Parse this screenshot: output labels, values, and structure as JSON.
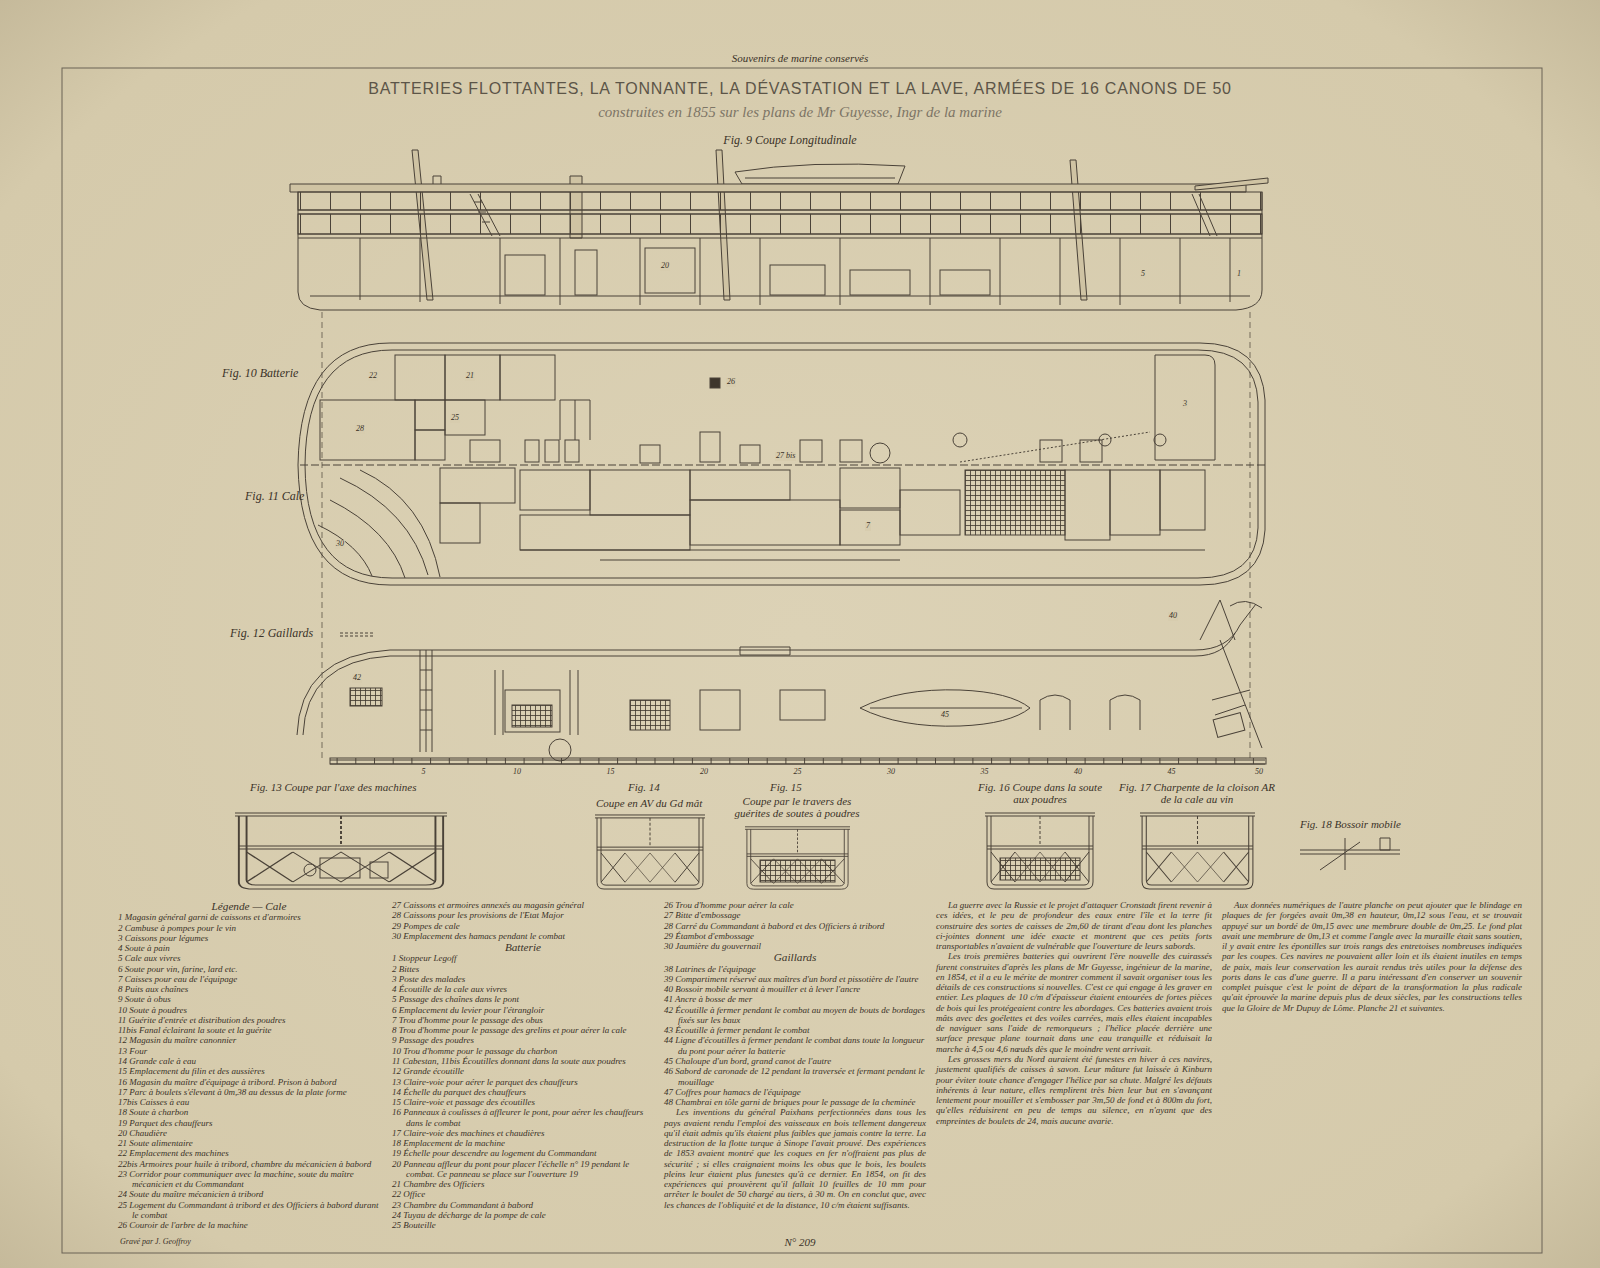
{
  "diagram": {
    "title": "BATTERIES FLOTTANTES, LA TONNANTE, LA DÉVASTATION ET LA LAVE, ARMÉES DE 16 CANONS DE 50",
    "labels": [
      "Souvenirs de marine conservés",
      "construites en 1855 sur les plans de Mr Guyesse, Ingr de la marine",
      "Fig. 9  Coupe Longitudinale",
      "Fig. 10  Batterie",
      "Fig. 11  Cale",
      "Fig. 12  Gaillards",
      "Fig. 13  Coupe par l'axe des machines",
      "Fig. 14",
      "Coupe en AV du Gd mât",
      "Fig. 15",
      "Coupe par le travers des guérites de soutes à poudres",
      "Fig. 16  Coupe dans la soute aux poudres",
      "Fig. 17  Charpente de la cloison AR de la cale au vin",
      "Fig. 18  Bossoir mobile",
      "5",
      "10",
      "15",
      "20",
      "25",
      "30",
      "35",
      "40",
      "45",
      "50",
      "Gravé par J. Geoffroy",
      "N° 209",
      "22",
      "21",
      "28",
      "25",
      "26",
      "3",
      "30",
      "27 bis",
      "7",
      "20",
      "5",
      "1",
      "42",
      "45",
      "40",
      "Légende — Cale",
      "1 Magasin général garni de caissons et d'armoires",
      "2 Cambuse à pompes pour le vin",
      "3 Caissons pour légumes",
      "4 Soute à pain",
      "5 Cale aux vivres",
      "6 Soute pour vin, farine, lard etc.",
      "7 Caisses pour eau de l'équipage",
      "8 Puits aux chaînes",
      "9 Soute à obus",
      "10 Soute à poudres",
      "11 Guérite d'entrée et distribution des poudres",
      "11bis Fanal éclairant la soute et la guérite",
      "12 Magasin du maître canonnier",
      "13 Four",
      "14 Grande cale à eau",
      "15 Emplacement du filin et des aussières",
      "16 Magasin du maître d'équipage à tribord. Prison à babord",
      "17 Parc à boulets s'élevant à 0m,38 au dessus de la plate forme",
      "17bis Caisses à eau",
      "18 Soute à charbon",
      "19 Parquet des chauffeurs",
      "20 Chaudière",
      "21 Soute alimentaire",
      "22 Emplacement des machines",
      "22bis Armoires pour huile à tribord, chambre du mécanicien à babord",
      "23 Corridor pour communiquer avec la machine, soute du maître mécanicien et du Commandant",
      "24 Soute du maître mécanicien à tribord",
      "25 Logement du Commandant à tribord et des Officiers à babord durant le combat",
      "26 Couroir de l'arbre de la machine",
      "27 Caissons et armoires annexés au magasin général",
      "28 Caissons pour les provisions de l'Etat Major",
      "29 Pompes de cale",
      "30 Emplacement des hamacs pendant le combat",
      "Batterie",
      "1 Stoppeur Legoff",
      "2 Bittes",
      "3 Poste des malades",
      "4 Écoutille de la cale aux vivres",
      "5 Passage des chaînes dans le pont",
      "6 Emplacement du levier pour l'étrangloir",
      "7 Trou d'homme pour le passage des obus",
      "8 Trou d'homme pour le passage des grelins et pour aérer la cale",
      "9 Passage des poudres",
      "10 Trou d'homme pour le passage du charbon",
      "11 Cabestan, 11bis Écoutilles donnant dans la soute aux poudres",
      "12 Grande écoutille",
      "13 Claire-voie pour aérer le parquet des chauffeurs",
      "14 Échelle du parquet des chauffeurs",
      "15 Claire-voie et passage des écoutilles",
      "16 Panneaux à coulisses à affleurer le pont, pour aérer les chauffeurs dans le combat",
      "17 Claire-voie des machines et chaudières",
      "18 Emplacement de la machine",
      "19 Échelle pour descendre au logement du Commandant",
      "20 Panneau affleur du pont pour placer l'échelle n° 19 pendant le combat. Ce panneau se place sur l'ouverture 19",
      "21 Chambre des Officiers",
      "22 Office",
      "23 Chambre du Commandant à babord",
      "24 Tuyau de décharge de la pompe de cale",
      "25 Bouteille",
      "26 Trou d'homme pour aérer la cale",
      "27 Bitte d'embossage",
      "28 Carré du Commandant à babord et des Officiers à tribord",
      "29 Étambot d'embossage",
      "30 Jaumière du gouvernail",
      "Gaillards",
      "38 Latrines de l'équipage",
      "39 Compartiment réservé aux maîtres d'un bord et pissotière de l'autre",
      "40 Bossoir mobile servant à mouiller et à lever l'ancre",
      "41 Ancre à bosse de mer",
      "42 Écoutille à fermer pendant le combat au moyen de bouts de bordages fixés sur les baux",
      "43 Écoutille à fermer pendant le combat",
      "44 Ligne d'écoutilles à fermer pendant le combat dans toute la longueur du pont pour aérer la batterie",
      "45 Chaloupe d'un bord, grand canot de l'autre",
      "46 Sabord de caronade de 12 pendant la traversée et fermant pendant le mouillage",
      "47 Coffres pour hamacs de l'équipage",
      "48 Chambrai en tôle garni de briques pour le passage de la cheminée",
      "Les inventions du général Paixhans perfectionnées dans tous les pays avaient rendu l'emploi des vaisseaux en bois tellement dangereux qu'il était admis qu'ils étaient plus faibles que jamais contre la terre. La destruction de la flotte turque à Sinope l'avait prouvé. Des expériences de 1853 avaient montré que les coques en fer n'offraient pas plus de sécurité ; si elles craignaient moins les obus que le bois, les boulets pleins leur étaient plus funestes qu'à ce dernier. En 1854, on fit des expériences qui prouvèrent qu'il fallait 10 feuilles de 10 mm pour arrêter le boulet de 50 chargé au tiers, à 30 m. On en conclut que, avec les chances de l'obliquité et de la distance, 10 c/m étaient suffisants.",
      "La guerre avec la Russie et le projet d'attaquer Cronstadt firent revenir à ces idées, et le peu de profondeur des eaux entre l'île et la terre fit construire des sortes de caisses de 2m,60 de tirant d'eau dont les planches ci-jointes donnent une idée exacte et montrent que ces petits forts transportables n'avaient de vulnérable que l'ouverture de leurs sabords.",
      "Les trois premières batteries qui ouvrirent l'ère nouvelle des cuirassés furent construites d'après les plans de Mr Guyesse, ingénieur de la marine, en 1854, et il a eu le mérite de montrer comment il savait organiser tous les détails de ces constructions si nouvelles. C'est ce qui engage à les graver en entier. Les plaques de 10 c/m d'épaisseur étaient entourées de fortes pièces de bois qui les protégeaient contre les abordages. Ces batteries avaient trois mâts avec des goélettes et des voiles carrées, mais elles étaient incapables de naviguer sans l'aide de remorqueurs ; l'hélice placée derrière une surface presque plane tournait dans une eau tranquille et réduisait la marche à 4,5 ou 4,6 nœuds dès que le moindre vent arrivait.",
      "Les grosses mers du Nord auraient été funestes en hiver à ces navires, justement qualifiés de caisses à savon. Leur mâture fut laissée à Kinburn pour éviter toute chance d'engager l'hélice par sa chute. Malgré les défauts inhérents à leur nature, elles remplirent très bien leur but en s'avançant lentement pour mouiller et s'embosser par 3m,50 de fond et à 800m du fort, qu'elles réduisirent en peu de temps au silence, en n'ayant que des empreintes de boulets de 24, mais aucune avarie.",
      "Aux données numériques de l'autre planche on peut ajouter que le blindage en plaques de fer forgées avait 0m,38 en hauteur, 0m,12 sous l'eau, et se trouvait appuyé sur un bordé de 0m,15 avec une membrure double de 0m,25. Le fond plat avait une membrure de 0m,13 et comme l'angle avec la muraille était sans soutien, il y avait entre les épontilles sur trois rangs des entretoises nombreuses indiquées par les coupes. Ces navires ne pouvaient aller loin et ils étaient inutiles en temps de paix, mais leur conservation les aurait rendus très utiles pour la défense des ports dans le cas d'une guerre. Il a paru intéressant d'en conserver un souvenir complet puisque c'est le point de départ de la transformation la plus radicale qu'ait éprouvée la marine depuis plus de deux siècles, par les constructions telles que la Gloire de Mr Dupuy de Lôme. Planche 21 et suivantes."
    ]
  }
}
